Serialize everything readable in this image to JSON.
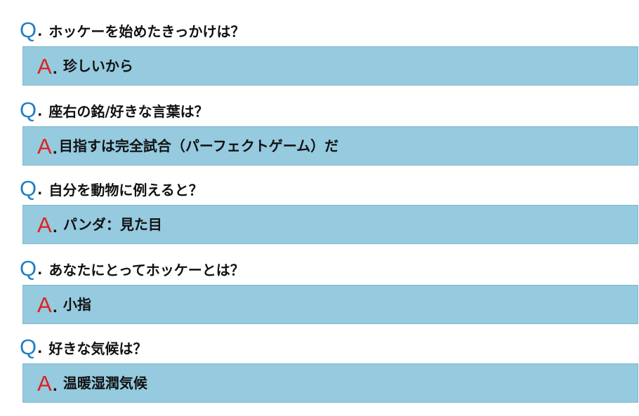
{
  "items": [
    {
      "q_mark": "Q",
      "q_dot": ".",
      "question": "ホッケーを始めたきっかけは？",
      "a_mark": "A",
      "a_dot": ".",
      "answer": "珍しいから"
    },
    {
      "q_mark": "Q",
      "q_dot": ".",
      "question": "座右の銘/好きな言葉は？",
      "a_mark": "A",
      "a_dot": ".",
      "answer": "目指すは完全試合（パーフェクトゲーム）だ"
    },
    {
      "q_mark": "Q",
      "q_dot": ".",
      "question": "自分を動物に例えると？",
      "a_mark": "A",
      "a_dot": ".",
      "answer": "パンダ：見た目"
    },
    {
      "q_mark": "Q",
      "q_dot": ".",
      "question": "あなたにとってホッケーとは？",
      "a_mark": "A",
      "a_dot": ".",
      "answer": "小指"
    },
    {
      "q_mark": "Q",
      "q_dot": ".",
      "question": "好きな気候は？",
      "a_mark": "A",
      "a_dot": ".",
      "answer": "温暖湿潤気候"
    }
  ],
  "colors": {
    "q_mark": "#1f7fc2",
    "a_mark": "#e0201c",
    "answer_bg": "#95cadf",
    "text": "#111111"
  }
}
